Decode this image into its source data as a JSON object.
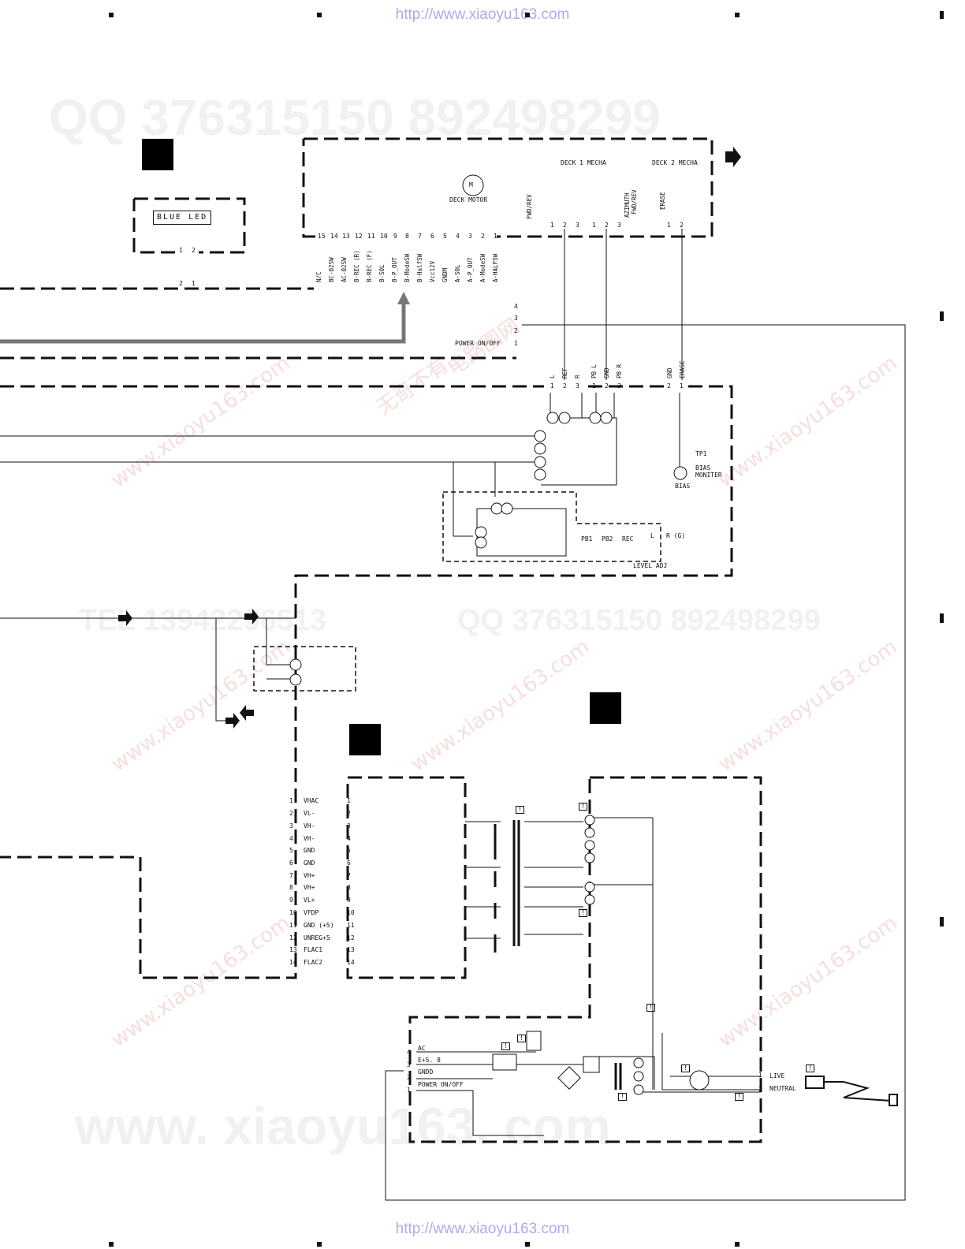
{
  "header": {
    "url_top": "http://www.xiaoyu163.com",
    "url_bottom": "http://www.xiaoyu163.com"
  },
  "watermarks": {
    "qq": "QQ 376315150   892498299",
    "mid": "TEL 13942296513",
    "mid_qq": "QQ 376315150  892498299",
    "bottom": "www. xiaoyu163. com",
    "cn": "无奇不有",
    "cn2": "电路图网",
    "site": "www.xiaoyu163.com"
  },
  "led": {
    "label": "BLUE LED",
    "pins": [
      "1",
      "2"
    ],
    "pins_lower": [
      "2",
      "1"
    ]
  },
  "deck": {
    "motor_symbol": "M",
    "motor_label": "DECK MOTOR",
    "deck1": "DECK 1 MECHA",
    "deck2": "DECK 2 MECHA",
    "fwd_rev": "FWD/REV",
    "azimuth": "AZIMUTH",
    "azimuth_fwd_rev": "FWD/REV",
    "erase": "ERASE",
    "pins_a": [
      "1",
      "2",
      "3"
    ],
    "pins_b": [
      "1",
      "2",
      "3"
    ],
    "pins_c": [
      "1",
      "2"
    ],
    "pin_numbers": [
      "15",
      "14",
      "13",
      "12",
      "11",
      "10",
      "9",
      "8",
      "7",
      "6",
      "5",
      "4",
      "3",
      "2",
      "1"
    ],
    "signals": [
      "N/C",
      "BC-O2SW",
      "AC-O2SW",
      "B-REC (R)",
      "B-REC (F)",
      "B-SOL",
      "B-P_OUT",
      "B-ModeSW",
      "B-HalfSW",
      "Vcc12V",
      "GNDM",
      "A-SOL",
      "A-P_OUT",
      "A-ModeSW",
      "A-HALFSW"
    ]
  },
  "power_switch": {
    "label": "POWER ON/OFF",
    "pins": [
      "4",
      "3",
      "2",
      "1"
    ]
  },
  "head_conn": {
    "signals_a": [
      "L",
      "REF",
      "R"
    ],
    "signals_b": [
      "PB L",
      "GND",
      "PB R"
    ],
    "signals_c": [
      "GND",
      "ERASE"
    ],
    "pins_a": [
      "1",
      "2",
      "3"
    ],
    "pins_b": [
      "1",
      "2",
      "3"
    ],
    "pins_c": [
      "2",
      "1"
    ]
  },
  "bias": {
    "tp": "TP1",
    "tp_label_1": "BIAS",
    "tp_label_2": "MONITER",
    "gen": "BIAS"
  },
  "level": {
    "pb1": "PB1",
    "pb2": "PB2",
    "rec": "REC",
    "l": "L",
    "r": "R (G)",
    "title": "LEVEL ADJ"
  },
  "bus": {
    "pins": [
      "1",
      "2",
      "3",
      "4",
      "5",
      "6",
      "7",
      "8",
      "9",
      "10",
      "11",
      "12",
      "13",
      "14"
    ],
    "labels": [
      "VHAC",
      "VL-",
      "VH-",
      "VH-",
      "GND",
      "GND",
      "VH+",
      "VH+",
      "VL+",
      "VFDP",
      "GND (+5)",
      "UNREG+5",
      "FLAC1",
      "FLAC2"
    ]
  },
  "power": {
    "conn_pins": [
      "4",
      "3",
      "2",
      "1"
    ],
    "conn_labels": [
      "AC",
      "E+5. 8",
      "GNDD",
      "POWER ON/OFF"
    ],
    "ac_pins": [
      "1",
      "2"
    ],
    "ac_labels": [
      "LIVE",
      "NEUTRAL"
    ],
    "warn": "!"
  },
  "colors": {
    "line": "#111111",
    "bus_arrow": "#777777",
    "watermark": "#f1f1f1",
    "url": "#b7a6ea"
  }
}
